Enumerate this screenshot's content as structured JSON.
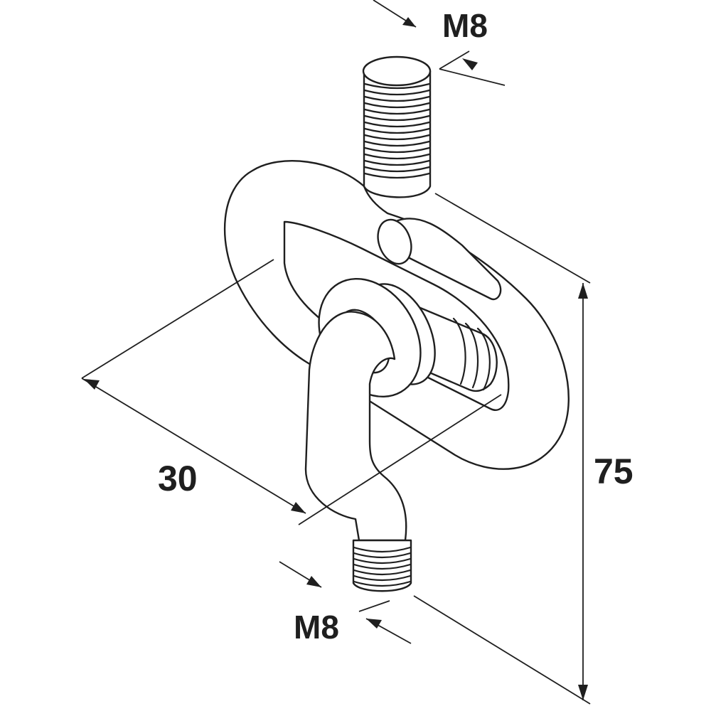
{
  "dimensions": {
    "top_thread": "M8",
    "bottom_thread": "M8",
    "width": "30",
    "height": "75"
  },
  "colors": {
    "line": "#1f1f1f",
    "background": "#ffffff"
  }
}
